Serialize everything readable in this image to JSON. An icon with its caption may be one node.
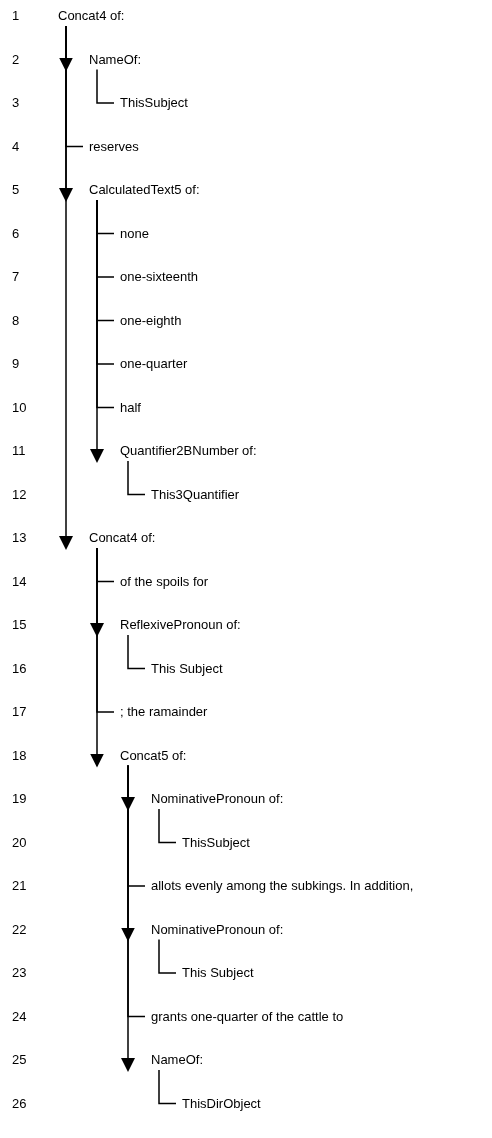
{
  "diagram": {
    "nodes": [
      {
        "text": [
          "Concat4 of:"
        ]
      },
      {
        "text": [
          "NameOf:"
        ]
      },
      {
        "text": [
          "ThisSubject"
        ]
      },
      {
        "text": [
          "reserves"
        ]
      },
      {
        "text": [
          "CalculatedText5 of:"
        ]
      },
      {
        "text": [
          "none"
        ]
      },
      {
        "text": [
          "one-sixteenth"
        ]
      },
      {
        "text": [
          "one-eighth"
        ]
      },
      {
        "text": [
          "one-quarter"
        ]
      },
      {
        "text": [
          "half"
        ]
      },
      {
        "text": [
          "Quantifier2BNumber of:"
        ]
      },
      {
        "text": [
          "This3Quantifier"
        ]
      },
      {
        "text": [
          "Concat4 of:"
        ]
      },
      {
        "text": [
          "of the spoils for"
        ]
      },
      {
        "text": [
          "ReflexivePronoun of:"
        ]
      },
      {
        "text": [
          "This Subject"
        ]
      },
      {
        "text": [
          "; the ramainder"
        ]
      },
      {
        "text": [
          "Concat5 of:"
        ]
      },
      {
        "text": [
          "NominativePronoun of:"
        ]
      },
      {
        "text": [
          "ThisSubject"
        ]
      },
      {
        "text": [
          "allots evenly among the subkings. In addition,"
        ]
      },
      {
        "text": [
          "NominativePronoun of:"
        ]
      },
      {
        "text": [
          "This Subject"
        ]
      },
      {
        "text": [
          "grants one-quarter of the cattle to"
        ]
      },
      {
        "text": [
          "NameOf:"
        ]
      },
      {
        "text": [
          "ThisDirObject"
        ]
      }
    ],
    "edges": [
      {
        "from": 0,
        "to": 1,
        "arrow": "to"
      },
      {
        "from": 1,
        "to": 2,
        "arrow": "none"
      },
      {
        "from": 0,
        "to": 3,
        "arrow": "none"
      },
      {
        "from": 0,
        "to": 4,
        "arrow": "to"
      },
      {
        "from": 4,
        "to": 5,
        "arrow": "none"
      },
      {
        "from": 4,
        "to": 6,
        "arrow": "none"
      },
      {
        "from": 4,
        "to": 7,
        "arrow": "none"
      },
      {
        "from": 4,
        "to": 8,
        "arrow": "none"
      },
      {
        "from": 4,
        "to": 9,
        "arrow": "none"
      },
      {
        "from": 4,
        "to": 10,
        "arrow": "to"
      },
      {
        "from": 10,
        "to": 11,
        "arrow": "none"
      },
      {
        "from": 0,
        "to": 12,
        "arrow": "to"
      },
      {
        "from": 12,
        "to": 13,
        "arrow": "none"
      },
      {
        "from": 12,
        "to": 14,
        "arrow": "to"
      },
      {
        "from": 14,
        "to": 15,
        "arrow": "none"
      },
      {
        "from": 12,
        "to": 16,
        "arrow": "none"
      },
      {
        "from": 12,
        "to": 17,
        "arrow": "to"
      },
      {
        "from": 17,
        "to": 18,
        "arrow": "to"
      },
      {
        "from": 18,
        "to": 19,
        "arrow": "none"
      },
      {
        "from": 17,
        "to": 20,
        "arrow": "none"
      },
      {
        "from": 17,
        "to": 21,
        "arrow": "to"
      },
      {
        "from": 21,
        "to": 22,
        "arrow": "none"
      },
      {
        "from": 17,
        "to": 23,
        "arrow": "none"
      },
      {
        "from": 17,
        "to": 24,
        "arrow": "to"
      },
      {
        "from": 24,
        "to": 25,
        "arrow": "none"
      }
    ],
    "labels": [
      "1",
      "2",
      "3",
      "4",
      "5",
      "6",
      "7",
      "8",
      "9",
      "10",
      "11",
      "12",
      "13",
      "14",
      "15",
      "16",
      "17",
      "18",
      "19",
      "20",
      "21",
      "22",
      "23",
      "24",
      "25",
      "26"
    ]
  }
}
